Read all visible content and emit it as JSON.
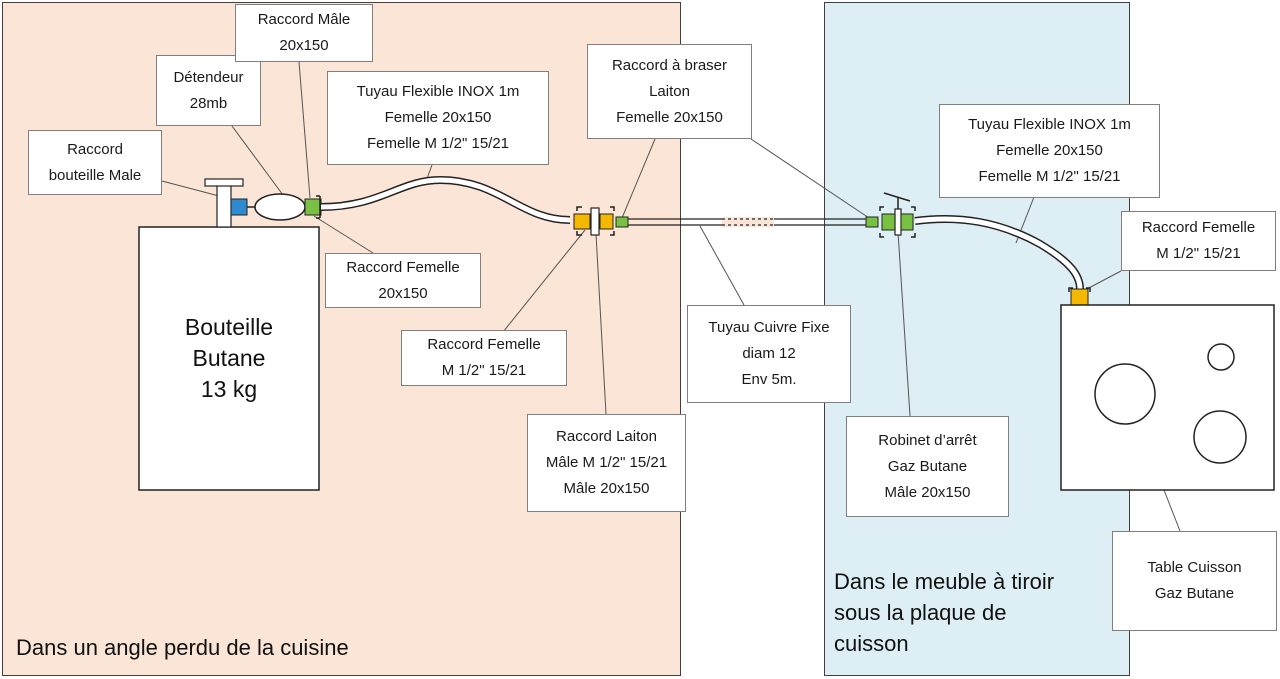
{
  "zones": {
    "kitchen": {
      "caption": "Dans un angle perdu de la cuisine"
    },
    "cabinet": {
      "caption_lines": [
        "Dans le meuble à tiroir",
        "sous la plaque de",
        "cuisson"
      ]
    }
  },
  "bottle": {
    "lines": [
      "Bouteille",
      "Butane",
      "13 kg"
    ]
  },
  "labels": {
    "raccord_bouteille_male": [
      "Raccord",
      "bouteille Male"
    ],
    "detendeur": [
      "Détendeur",
      "28mb"
    ],
    "raccord_male_20x150": [
      "Raccord Mâle",
      "20x150"
    ],
    "tuyau_flexible_left": [
      "Tuyau Flexible INOX 1m",
      "Femelle 20x150",
      "Femelle M 1/2\" 15/21"
    ],
    "raccord_femelle_20x150": [
      "Raccord Femelle",
      "20x150"
    ],
    "raccord_braser": [
      "Raccord à braser",
      "Laiton",
      "Femelle  20x150"
    ],
    "raccord_femelle_m12": [
      "Raccord Femelle",
      "M 1/2\" 15/21"
    ],
    "raccord_laiton": [
      "Raccord Laiton",
      "Mâle M 1/2\" 15/21",
      "Mâle 20x150"
    ],
    "tuyau_cuivre": [
      "Tuyau Cuivre Fixe",
      "diam 12",
      "Env 5m."
    ],
    "tuyau_flexible_right": [
      "Tuyau Flexible INOX 1m",
      "Femelle 20x150",
      "Femelle M 1/2\" 15/21"
    ],
    "raccord_femelle_right": [
      "Raccord Femelle",
      "M 1/2\" 15/21"
    ],
    "robinet": [
      "Robinet d’arrêt",
      "Gaz Butane",
      "Mâle 20x150"
    ],
    "table_cuisson": [
      "Table Cuisson",
      "Gaz Butane"
    ]
  },
  "colors": {
    "kitchen_bg": "#fbe5d6",
    "cabinet_bg": "#ddeef4",
    "male_fitting": "#2e8bd0",
    "green_fitting": "#79c143",
    "yellow_fitting": "#f5b800"
  }
}
